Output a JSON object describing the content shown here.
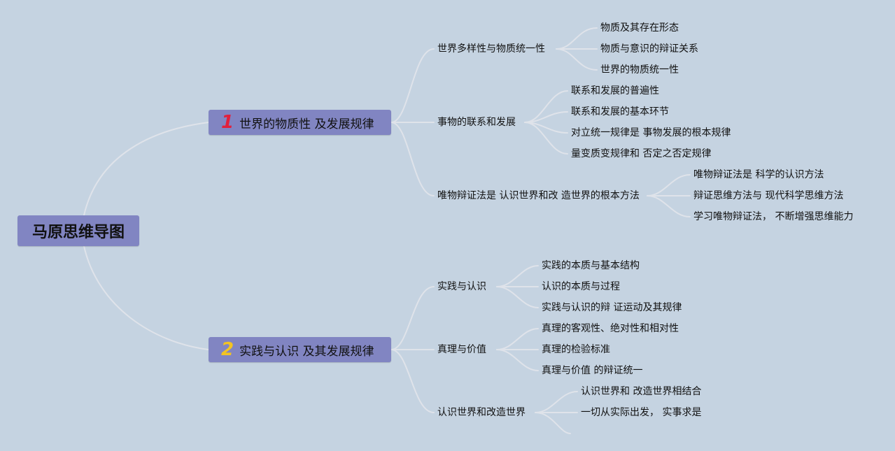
{
  "root": {
    "label": "马原思维导图"
  },
  "branches": [
    {
      "number": "1",
      "label": "世界的物质性 及发展规律",
      "subtopics": [
        {
          "label": "世界多样性与物质统一性",
          "items": [
            "物质及其存在形态",
            "物质与意识的辩证关系",
            "世界的物质统一性"
          ]
        },
        {
          "label": "事物的联系和发展",
          "items": [
            "联系和发展的普遍性",
            "联系和发展的基本环节",
            "对立统一规律是 事物发展的根本规律",
            "量变质变规律和 否定之否定规律"
          ]
        },
        {
          "label": "唯物辩证法是 认识世界和改 造世界的根本方法",
          "items": [
            "唯物辩证法是 科学的认识方法",
            "辩证思维方法与 现代科学思维方法",
            "学习唯物辩证法， 不断增强思维能力"
          ]
        }
      ]
    },
    {
      "number": "2",
      "label": "实践与认识 及其发展规律",
      "subtopics": [
        {
          "label": "实践与认识",
          "items": [
            "实践的本质与基本结构",
            "认识的本质与过程",
            "实践与认识的辩 证运动及其规律"
          ]
        },
        {
          "label": "真理与价值",
          "items": [
            "真理的客观性、绝对性和相对性",
            "真理的检验标准",
            "真理与价值 的辩证统一"
          ]
        },
        {
          "label": "认识世界和改造世界",
          "items": [
            "认识世界和 改造世界相结合",
            "一切从实际出发， 实事求是"
          ]
        }
      ]
    }
  ]
}
